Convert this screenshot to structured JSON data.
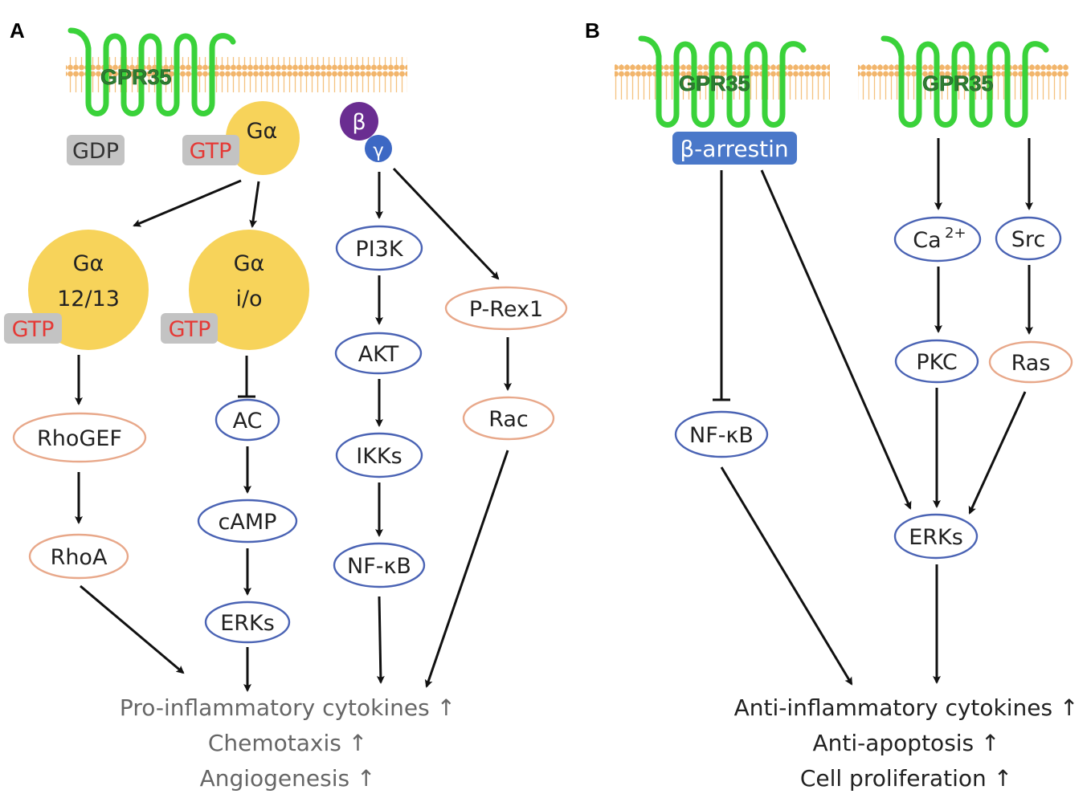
{
  "panels": {
    "a": {
      "label": "A",
      "receptor": "GPR35",
      "gdp": "GDP",
      "galpha": "Gα",
      "gtp": "GTP",
      "beta": "β",
      "gamma": "γ",
      "g1213": {
        "line1": "Gα",
        "line2": "12/13",
        "gtp": "GTP"
      },
      "gio": {
        "line1": "Gα",
        "line2": "i/o",
        "gtp": "GTP"
      },
      "nodes": {
        "rhogef": "RhoGEF",
        "rhoa": "RhoA",
        "ac": "AC",
        "camp": "cAMP",
        "erks": "ERKs",
        "pi3k": "PI3K",
        "akt": "AKT",
        "ikks": "IKKs",
        "nfkb": "NF-κB",
        "prex1": "P-Rex1",
        "rac": "Rac"
      },
      "outcomes": [
        "Pro-inflammatory cytokines ↑",
        "Chemotaxis ↑",
        "Angiogenesis ↑"
      ]
    },
    "b": {
      "label": "B",
      "receptor1": "GPR35",
      "receptor2": "GPR35",
      "barrestin": "β-arrestin",
      "nodes": {
        "nfkb": "NF-κB",
        "ca": "Ca",
        "ca_sup": "2+",
        "src": "Src",
        "pkc": "PKC",
        "ras": "Ras",
        "erks": "ERKs"
      },
      "outcomes": [
        "Anti-inflammatory cytokines ↑",
        "Anti-apoptosis ↑",
        "Cell  proliferation ↑"
      ]
    }
  },
  "colors": {
    "membrane": "#f2b56b",
    "receptor": "#3ad23a",
    "gprotein": "#f7d35a",
    "gtp_box": "#c3c3c3",
    "beta": "#6a2d91",
    "gamma": "#3d68c4",
    "blue_outline": "#4a63b4",
    "orange_outline": "#e8a88a",
    "arrestin": "#4a78c9"
  }
}
